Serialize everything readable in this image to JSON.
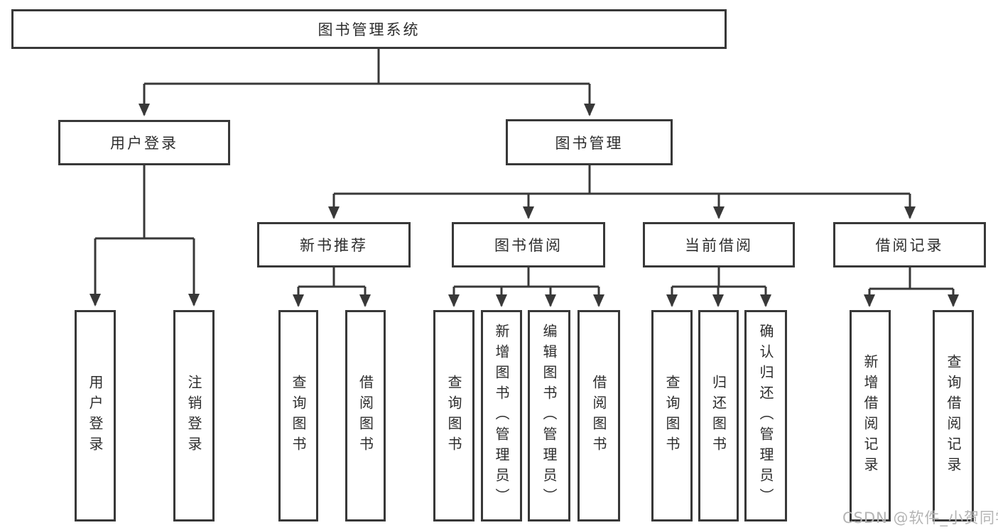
{
  "diagram": {
    "root": "图书管理系统",
    "level2": [
      {
        "label": "用户登录",
        "children": [
          "用户登录",
          "注销登录"
        ]
      },
      {
        "label": "图书管理",
        "groups": [
          {
            "label": "新书推荐",
            "children": [
              "查询图书",
              "借阅图书"
            ]
          },
          {
            "label": "图书借阅",
            "children": [
              "查询图书",
              "新增图书（管理员）",
              "编辑图书（管理员）",
              "借阅图书"
            ]
          },
          {
            "label": "当前借阅",
            "children": [
              "查询图书",
              "归还图书",
              "确认归还（管理员）"
            ]
          },
          {
            "label": "借阅记录",
            "children": [
              "新增借阅记录",
              "查询借阅记录"
            ]
          }
        ]
      }
    ]
  },
  "watermark": "CSDN @软件_小贺同学",
  "colors": {
    "line": "#383838",
    "text": "#2d2d2d",
    "watermark": "#b4b4b4",
    "background": "#ffffff"
  }
}
